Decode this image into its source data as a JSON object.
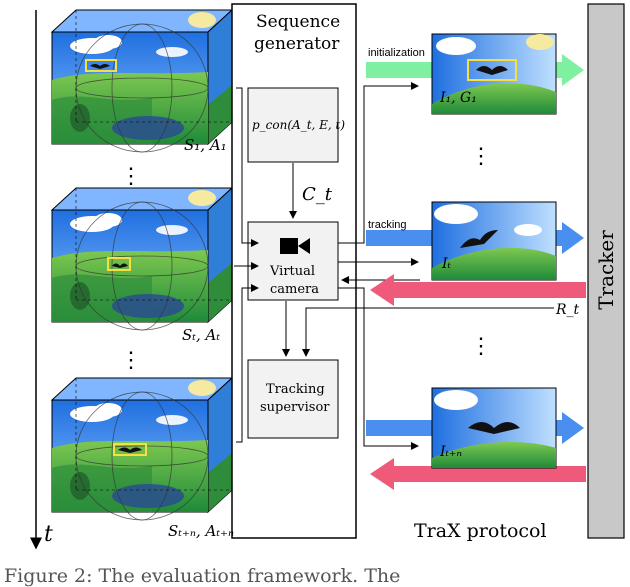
{
  "axis": {
    "time_label": "t"
  },
  "cubes": [
    {
      "state_label": "S₁, A₁"
    },
    {
      "state_label": "Sₜ, Aₜ"
    },
    {
      "state_label": "Sₜ₊ₙ, Aₜ₊ₙ"
    }
  ],
  "ellipsis": "⋮",
  "generator": {
    "title_line1": "Sequence",
    "title_line2": "generator",
    "pcon": "p_con(A_t, E, t)",
    "control_label": "C_t",
    "camera_line1": "Virtual",
    "camera_line2": "camera",
    "supervisor_line1": "Tracking",
    "supervisor_line2": "supervisor"
  },
  "protocol": {
    "init_label": "initialization",
    "tracking_label": "tracking",
    "frames": [
      {
        "label": "I₁, G₁"
      },
      {
        "label": "Iₜ"
      },
      {
        "label": "Iₜ₊ₙ"
      }
    ],
    "response_label": "R_t",
    "protocol_name": "TraX protocol"
  },
  "tracker": {
    "label": "Tracker"
  },
  "caption_fragment": "Figure 2:  The evaluation framework.  The",
  "colors": {
    "init_arrow": "#7ef0a0",
    "track_arrow": "#4a8ff0",
    "response_arrow": "#f05a7a",
    "tracker_bar": "#c8c8c8",
    "module_box": "#f2f2f2",
    "sky": "#3a86e8",
    "grass": "#3aa04a"
  }
}
